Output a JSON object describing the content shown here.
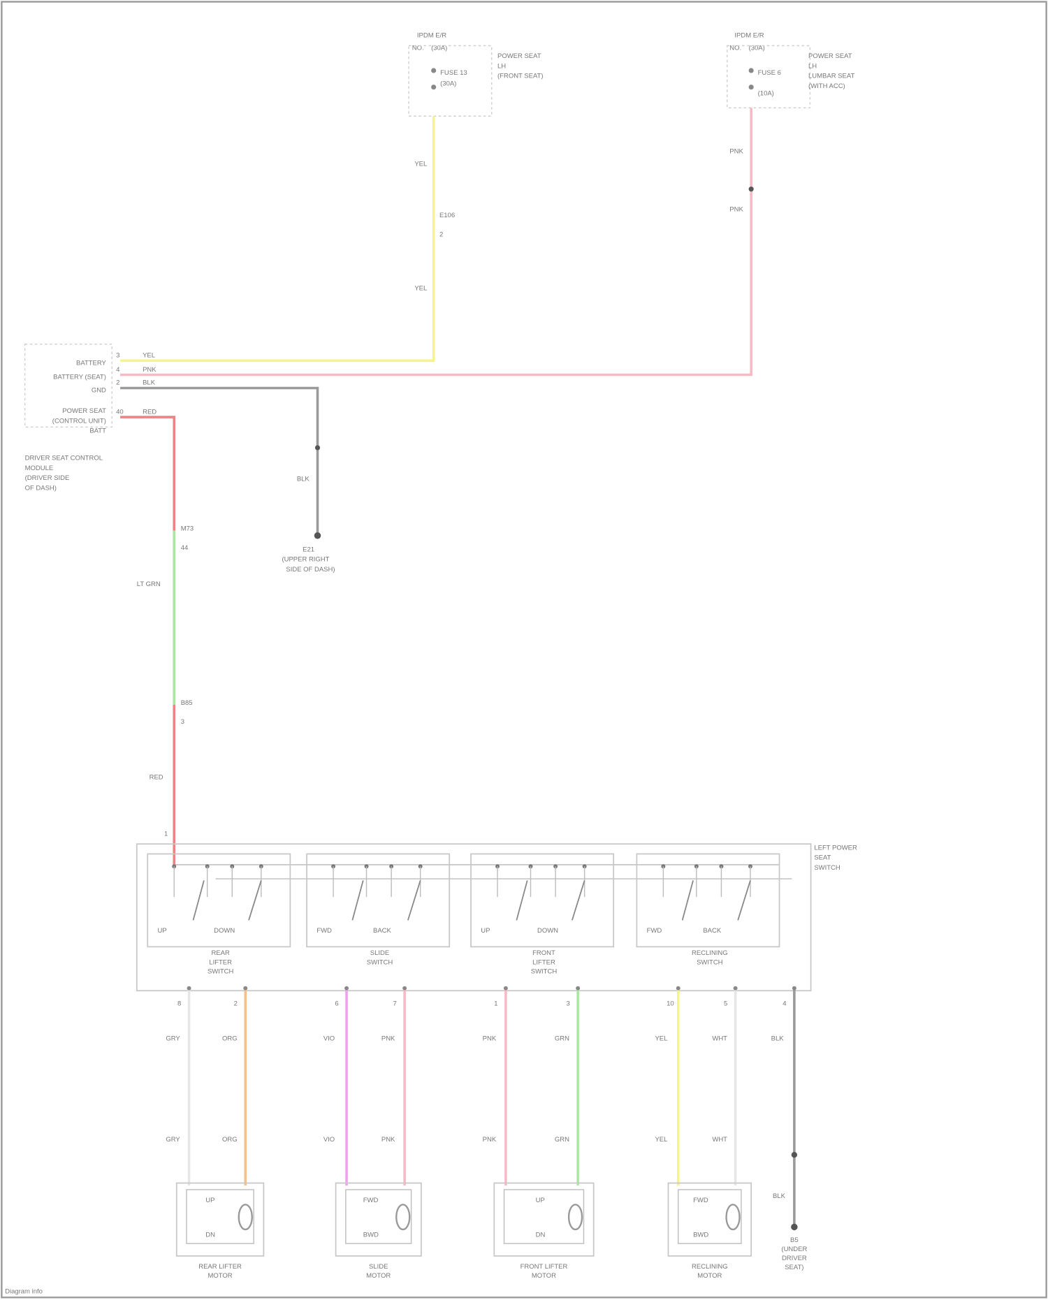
{
  "colors": {
    "yellow": "#f4f48a",
    "pink": "#f7b9c4",
    "gray": "#9a9a9a",
    "red": "#e98585",
    "green": "#a8e8a0",
    "orange": "#f6c08d",
    "violet": "#f0a0f0",
    "white": "#e6e6e6",
    "black": "#666666"
  },
  "fuse_left": {
    "header": "IPDM E/R",
    "sub": [
      "NO.",
      "(30A)"
    ],
    "desc": [
      "FUSE 13",
      "(30A)"
    ],
    "note": [
      "POWER SEAT",
      "LH",
      "(FRONT SEAT)"
    ]
  },
  "fuse_right": {
    "header": "IPDM E/R",
    "sub": [
      "NO.",
      "(30A)"
    ],
    "desc": [
      "FUSE 6",
      "(10A)"
    ],
    "note": [
      "POWER SEAT",
      "LH",
      "LUMBAR SEAT",
      "(WITH ACC)"
    ]
  },
  "wires": {
    "yel_top": "YEL",
    "yel_mid": "YEL",
    "conn_top": "E106",
    "conn_top_pin": "2",
    "pnk_top": "PNK",
    "pnk_mid": "PNK",
    "mod_pin1": "3",
    "mod_pin2": "4",
    "mod_pin3": "2",
    "mod_pin4": "40",
    "mod_w1": "YEL",
    "mod_w2": "PNK",
    "mod_w3": "BLK",
    "mod_w4": "RED",
    "blk_mid": "BLK",
    "ground_top": [
      "E21",
      "(UPPER RIGHT",
      "SIDE OF DASH)"
    ],
    "conn_b1": "M73",
    "conn_b1_pin": "44",
    "ltgrn": "LT GRN",
    "conn_b2": "B85",
    "conn_b2_pin": "3",
    "red_lower": "RED",
    "sw_pin": "1"
  },
  "module": {
    "pins": [
      "BATTERY",
      "BATTERY (SEAT)",
      "GND",
      "POWER SEAT",
      "(CONTROL UNIT)",
      "BATT"
    ],
    "title": [
      "DRIVER SEAT CONTROL",
      "MODULE",
      "(DRIVER SIDE",
      "OF DASH)"
    ]
  },
  "switch": {
    "title": [
      "LEFT POWER",
      "SEAT",
      "SWITCH"
    ],
    "groups": [
      {
        "a": "UP",
        "b": "DOWN",
        "name": [
          "REAR",
          "LIFTER",
          "SWITCH"
        ]
      },
      {
        "a": "FWD",
        "b": "BACK",
        "name": [
          "SLIDE",
          "SWITCH"
        ]
      },
      {
        "a": "UP",
        "b": "DOWN",
        "name": [
          "FRONT",
          "LIFTER",
          "SWITCH"
        ]
      },
      {
        "a": "FWD",
        "b": "BACK",
        "name": [
          "RECLINING",
          "SWITCH"
        ]
      }
    ]
  },
  "bottom_wires": [
    {
      "pin": "8",
      "color": "GRY"
    },
    {
      "pin": "2",
      "color": "ORG"
    },
    {
      "pin": "6",
      "color": "VIO"
    },
    {
      "pin": "7",
      "color": "PNK"
    },
    {
      "pin": "1",
      "color": "PNK"
    },
    {
      "pin": "3",
      "color": "GRN"
    },
    {
      "pin": "10",
      "color": "YEL"
    },
    {
      "pin": "5",
      "color": "WHT"
    },
    {
      "pin": "4",
      "color": "BLK"
    }
  ],
  "motors": [
    {
      "a": "UP",
      "b": "DN",
      "name": [
        "REAR LIFTER",
        "MOTOR"
      ]
    },
    {
      "a": "FWD",
      "b": "BWD",
      "name": [
        "SLIDE",
        "MOTOR"
      ]
    },
    {
      "a": "UP",
      "b": "DN",
      "name": [
        "FRONT LIFTER",
        "MOTOR"
      ]
    },
    {
      "a": "FWD",
      "b": "BWD",
      "name": [
        "RECLINING",
        "MOTOR"
      ]
    }
  ],
  "ground_bottom": {
    "wire": "BLK",
    "name": [
      "B5",
      "(UNDER",
      "DRIVER",
      "SEAT)"
    ]
  },
  "footer": "Diagram info"
}
